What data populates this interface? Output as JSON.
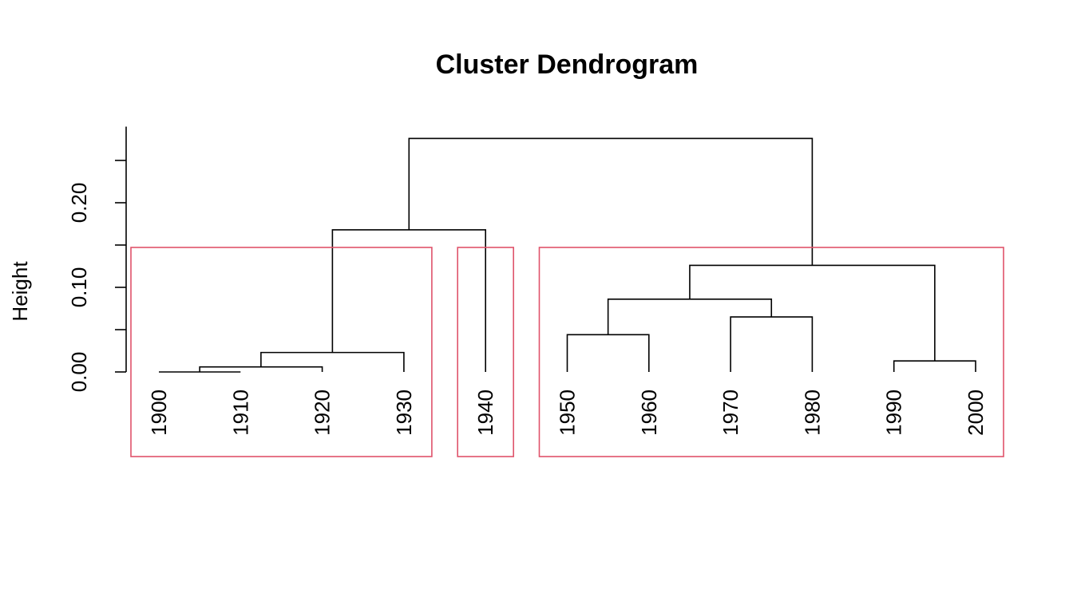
{
  "chart_data": {
    "type": "dendrogram",
    "title": "Cluster Dendrogram",
    "ylabel": "Height",
    "ylim": [
      0,
      0.29
    ],
    "yticks": [
      0.0,
      0.05,
      0.1,
      0.15,
      0.2,
      0.25
    ],
    "ytick_labels": [
      "0.00",
      "",
      "0.10",
      "",
      "0.20",
      ""
    ],
    "leaves": [
      "1900",
      "1910",
      "1920",
      "1930",
      "1940",
      "1950",
      "1960",
      "1970",
      "1980",
      "1990",
      "2000"
    ],
    "merges": [
      {
        "left": "1900",
        "right": "1910",
        "height": 0.0
      },
      {
        "left": "1990",
        "right": "2000",
        "height": 0.013
      },
      {
        "left": "1900-1910",
        "right": "1920",
        "height": 0.006
      },
      {
        "left": "1900-1920",
        "right": "1930",
        "height": 0.023
      },
      {
        "left": "1950",
        "right": "1960",
        "height": 0.044
      },
      {
        "left": "1970",
        "right": "1980",
        "height": 0.065
      },
      {
        "left": "1950-1960",
        "right": "1970-1980",
        "height": 0.086
      },
      {
        "left": "1950-1980",
        "right": "1990-2000",
        "height": 0.126
      },
      {
        "left": "1900-1930",
        "right": "1940",
        "height": 0.168
      },
      {
        "left": "1900-1940",
        "right": "1950-2000",
        "height": 0.276
      }
    ],
    "clusters": [
      {
        "leaves": [
          "1900",
          "1910",
          "1920",
          "1930"
        ]
      },
      {
        "leaves": [
          "1940"
        ]
      },
      {
        "leaves": [
          "1950",
          "1960",
          "1970",
          "1980",
          "1990",
          "2000"
        ]
      }
    ],
    "cluster_color": "#DF536B",
    "line_color": "#000000"
  }
}
